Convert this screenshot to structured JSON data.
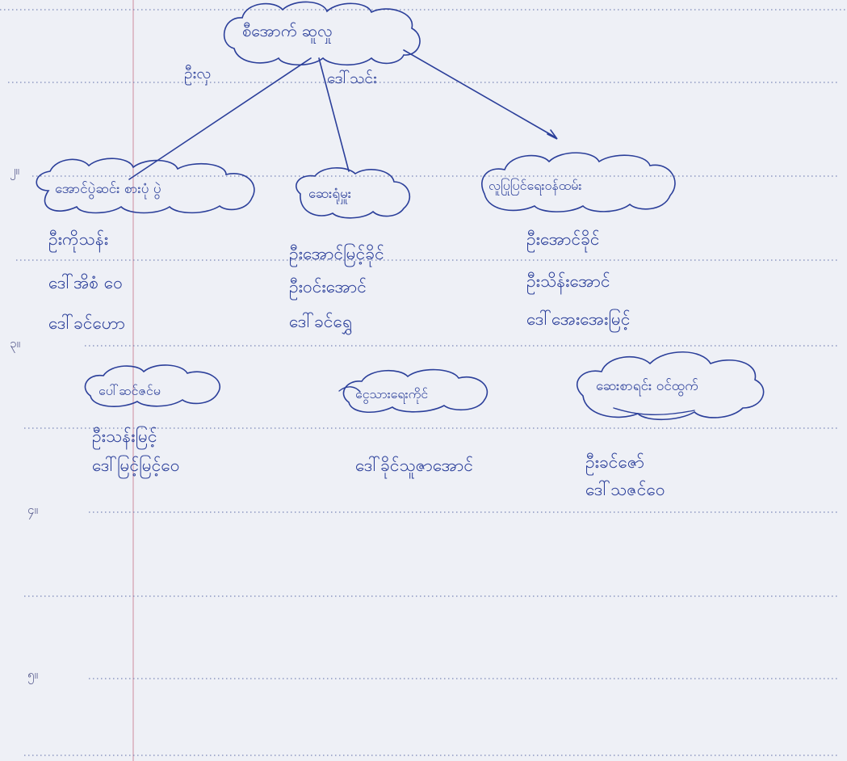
{
  "root": {
    "label": "စီအောက် ဆူလှု",
    "members": [
      "ဦးလှ",
      "ဒေါ်သင်း"
    ]
  },
  "margin_numbers": [
    "၂။",
    "၃။",
    "၄။",
    "၅။"
  ],
  "groups": [
    {
      "title": "အောင်ပွဲဆင်း စားပုံ ပွဲ",
      "members": [
        "ဦးကိုသန်း",
        "ဒေါ်အိစံ ဝေ",
        "ဒေါ်ခင်ဟော"
      ]
    },
    {
      "title": "ဆေးရုံမှူး",
      "members": [
        "ဦးအောင်မြင့်ခိုင်",
        "ဦးဝင်းအောင်",
        "ဒေါ်ခင်ရွှေ"
      ]
    },
    {
      "title": "လူပြုပြင်ရေးဝန်ထမ်း",
      "members": [
        "ဦးအောင်ခိုင်",
        "ဦးသိန်းအောင်",
        "ဒေါ်အေးအေးမြင့်"
      ]
    },
    {
      "title": "ပေါ်ဆင်ဇင်မ",
      "members": [
        "ဦးသန်းမြင့်",
        "ဒေါ်မြင့်မြင့်ဝေ"
      ]
    },
    {
      "title": "ငွေသားရေးကိုင်",
      "members": [
        "ဒေါ်ခိုင်သူဇာအောင်"
      ]
    },
    {
      "title": "ဆေးစာရင်း ဝင်ထွက်",
      "members": [
        "ဦးခင်ဇော်",
        "ဒေါ်သဇင်ဝေ"
      ]
    }
  ],
  "colors": {
    "paper": "#eef0f6",
    "ink": "#2b3f9a",
    "dotted_rule": "#7a86b8",
    "margin_line": "#d6a3b4"
  }
}
